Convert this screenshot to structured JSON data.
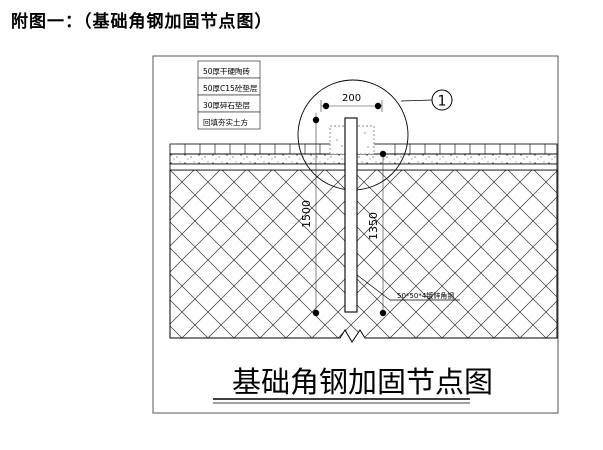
{
  "heading": "附图一：（基础角钢加固节点图）",
  "diagram": {
    "title": "基础角钢加固节点图",
    "layers": [
      "50厚干硬陶砖",
      "50厚C15砼垫层",
      "30厚碎石垫层",
      "回填夯实土方"
    ],
    "dim_top": "200",
    "dim_left": "1500",
    "dim_right": "1350",
    "callout_number": "1",
    "steel_label": "50*50*4镀锌角钢"
  }
}
